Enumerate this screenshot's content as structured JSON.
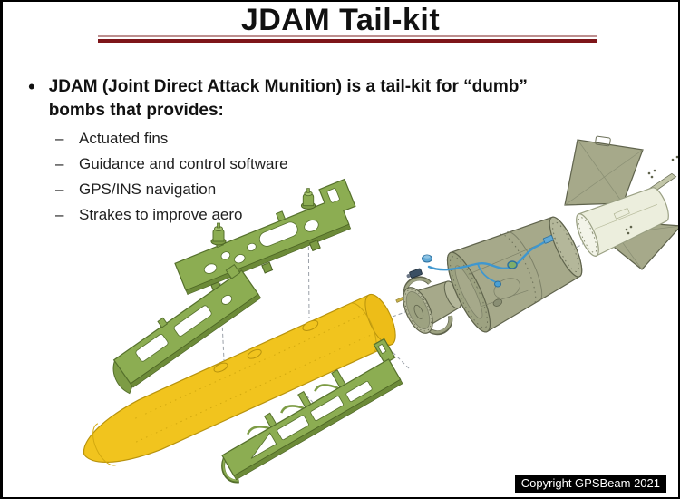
{
  "slide": {
    "title": "JDAM Tail-kit",
    "bullet_marker": "•",
    "bullet_text": "JDAM (Joint Direct Attack Munition) is a tail-kit for “dumb” bombs that provides:",
    "sub_bullet_marker": "–",
    "sub_bullets": [
      "Actuated fins",
      "Guidance and control software",
      "GPS/INS navigation",
      "Strakes to improve aero"
    ],
    "copyright": "Copyright GPSBeam 2021"
  },
  "colors": {
    "slide_border": "#000000",
    "title_text": "#111111",
    "title_rule_light": "#bd8f8f",
    "title_rule_dark": "#7e1519",
    "body_text": "#1f1f1f",
    "copyright_bg": "#000000",
    "copyright_text": "#ffffff",
    "bomb_yellow": "#f1c41e",
    "bomb_yellow_dark": "#b8930d",
    "strake_green": "#8cad52",
    "strake_green_dark": "#55702c",
    "tailkit_olive": "#a6a98a",
    "tailkit_olive_dark": "#5f634c",
    "fairing_cream": "#eceedd",
    "harness_blue": "#3f97cf"
  }
}
